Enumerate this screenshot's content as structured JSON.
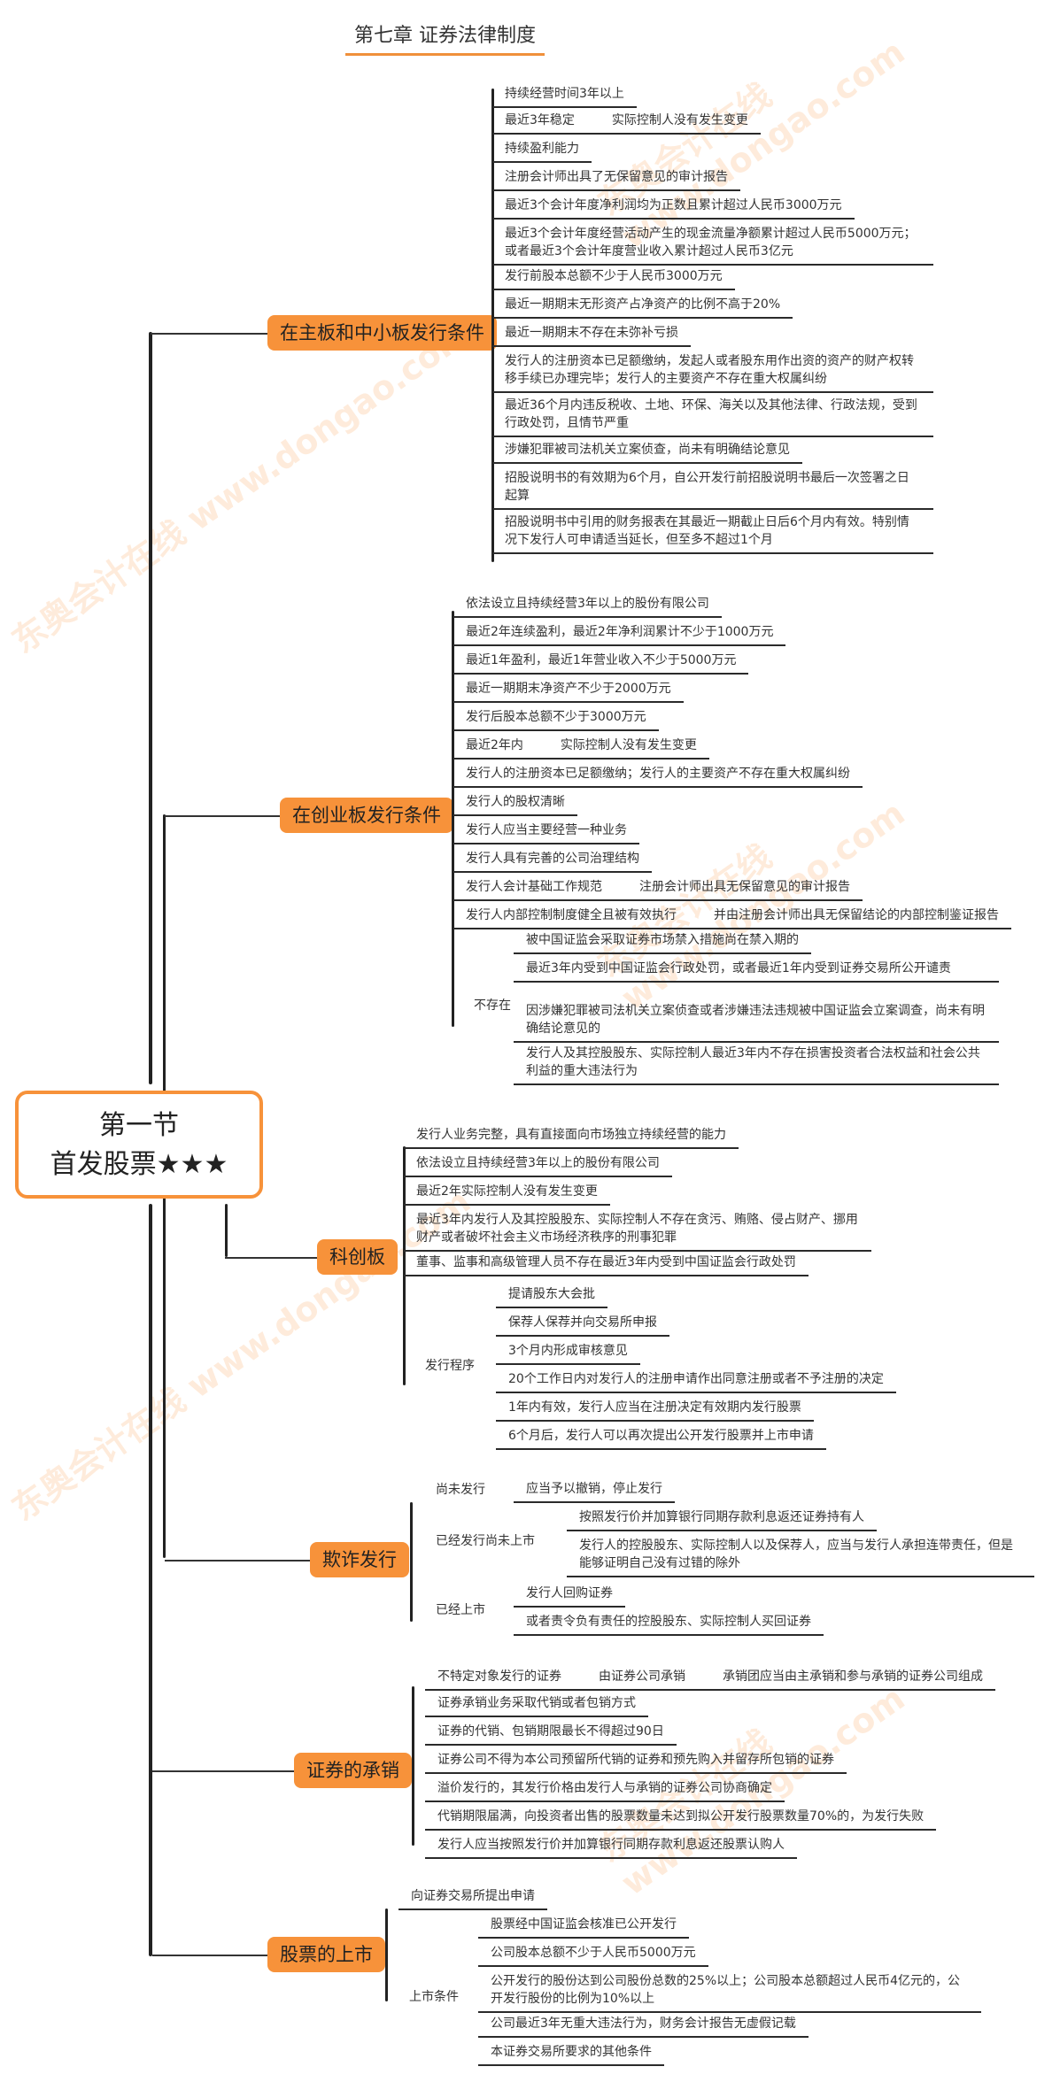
{
  "header": {
    "title": "第七章 证券法律制度"
  },
  "root": {
    "line1": "第一节",
    "line2": "首发股票★★★"
  },
  "watermark": "东奥会计在线 www.dongao.com",
  "colors": {
    "accent": "#f7923a",
    "line": "#222222"
  },
  "branches": [
    {
      "label": "在主板和中小板发行条件",
      "items": [
        "持续经营时间3年以上",
        "最近3年稳定　　　实际控制人没有发生变更",
        "持续盈利能力",
        "注册会计师出具了无保留意见的审计报告",
        "最近3个会计年度净利润均为正数且累计超过人民币3000万元",
        "最近3个会计年度经营活动产生的现金流量净额累计超过人民币5000万元；或者最近3个会计年度营业收入累计超过人民币3亿元",
        "发行前股本总额不少于人民币3000万元",
        "最近一期期末无形资产占净资产的比例不高于20%",
        "最近一期期末不存在未弥补亏损",
        "发行人的注册资本已足额缴纳，发起人或者股东用作出资的资产的财产权转移手续已办理完毕；发行人的主要资产不存在重大权属纠纷",
        "最近36个月内违反税收、土地、环保、海关以及其他法律、行政法规，受到行政处罚，且情节严重",
        "涉嫌犯罪被司法机关立案侦查，尚未有明确结论意见",
        "招股说明书的有效期为6个月，自公开发行前招股说明书最后一次签署之日起算",
        "招股说明书中引用的财务报表在其最近一期截止日后6个月内有效。特别情况下发行人可申请适当延长，但至多不超过1个月"
      ]
    },
    {
      "label": "在创业板发行条件",
      "items": [
        "依法设立且持续经营3年以上的股份有限公司",
        "最近2年连续盈利，最近2年净利润累计不少于1000万元",
        "最近1年盈利，最近1年营业收入不少于5000万元",
        "最近一期期末净资产不少于2000万元",
        "发行后股本总额不少于3000万元",
        "最近2年内　　　实际控制人没有发生变更",
        "发行人的注册资本已足额缴纳；发行人的主要资产不存在重大权属纠纷",
        "发行人的股权清晰",
        "发行人应当主要经营一种业务",
        "发行人具有完善的公司治理结构",
        "发行人会计基础工作规范　　　注册会计师出具无保留意见的审计报告",
        "发行人内部控制制度健全且被有效执行　　　并由注册会计师出具无保留结论的内部控制鉴证报告"
      ],
      "sub_label": "不存在",
      "sub_items": [
        "被中国证监会采取证券市场禁入措施尚在禁入期的",
        "最近3年内受到中国证监会行政处罚，或者最近1年内受到证券交易所公开谴责",
        "因涉嫌犯罪被司法机关立案侦查或者涉嫌违法违规被中国证监会立案调查，尚未有明确结论意见的",
        "发行人及其控股股东、实际控制人最近3年内不存在损害投资者合法权益和社会公共利益的重大违法行为"
      ]
    },
    {
      "label": "科创板",
      "items": [
        "发行人业务完整，具有直接面向市场独立持续经营的能力",
        "依法设立且持续经营3年以上的股份有限公司",
        "最近2年实际控制人没有发生变更",
        "最近3年内发行人及其控股股东、实际控制人不存在贪污、贿赂、侵占财产、挪用财产或者破坏社会主义市场经济秩序的刑事犯罪",
        "董事、监事和高级管理人员不存在最近3年内受到中国证监会行政处罚"
      ],
      "sub_label": "发行程序",
      "sub_items": [
        "提请股东大会批",
        "保荐人保荐并向交易所申报",
        "3个月内形成审核意见",
        "20个工作日内对发行人的注册申请作出同意注册或者不予注册的决定",
        "1年内有效，发行人应当在注册决定有效期内发行股票",
        "6个月后，发行人可以再次提出公开发行股票并上市申请"
      ]
    },
    {
      "label": "欺诈发行",
      "groups": [
        {
          "label": "尚未发行",
          "items": [
            "应当予以撤销，停止发行"
          ]
        },
        {
          "label": "已经发行尚未上市",
          "items": [
            "按照发行价并加算银行同期存款利息返还证券持有人",
            "发行人的控股股东、实际控制人以及保荐人，应当与发行人承担连带责任，但是能够证明自己没有过错的除外"
          ]
        },
        {
          "label": "已经上市",
          "items": [
            "发行人回购证券",
            "或者责令负有责任的控股股东、实际控制人买回证券"
          ]
        }
      ]
    },
    {
      "label": "证券的承销",
      "items": [
        "不特定对象发行的证券　　　由证券公司承销　　　承销团应当由主承销和参与承销的证券公司组成",
        "证券承销业务采取代销或者包销方式",
        "证券的代销、包销期限最长不得超过90日",
        "证券公司不得为本公司预留所代销的证券和预先购入并留存所包销的证券",
        "溢价发行的，其发行价格由发行人与承销的证券公司协商确定",
        "代销期限届满，向投资者出售的股票数量未达到拟公开发行股票数量70%的，为发行失败",
        "发行人应当按照发行价并加算银行同期存款利息返还股票认购人"
      ]
    },
    {
      "label": "股票的上市",
      "items": [
        "向证券交易所提出申请"
      ],
      "sub_label": "上市条件",
      "sub_items": [
        "股票经中国证监会核准已公开发行",
        "公司股本总额不少于人民币5000万元",
        "公开发行的股份达到公司股份总数的25%以上；公司股本总额超过人民币4亿元的，公开发行股份的比例为10%以上",
        "公司最近3年无重大违法行为，财务会计报告无虚假记载",
        "本证券交易所要求的其他条件"
      ]
    }
  ]
}
